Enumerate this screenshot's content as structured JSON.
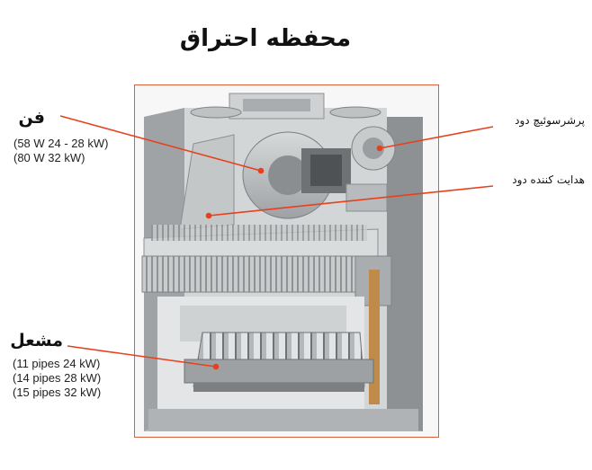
{
  "title": "محفظه احتراق",
  "labels": {
    "fan": {
      "name": "فن",
      "lines": [
        "(58 W 24 - 28 kW)",
        "(80 W 32 kW)"
      ]
    },
    "burner": {
      "name": "مشعل",
      "lines": [
        "(11 pipes 24 kW)",
        "(14 pipes 28 kW)",
        "(15 pipes 32 kW)"
      ]
    },
    "pressure_switch": "پرشرسوئیچ دود",
    "flue_guide": "هدایت کننده دود"
  },
  "colors": {
    "pointer": "#e8401c",
    "frame": "#d9603a"
  }
}
